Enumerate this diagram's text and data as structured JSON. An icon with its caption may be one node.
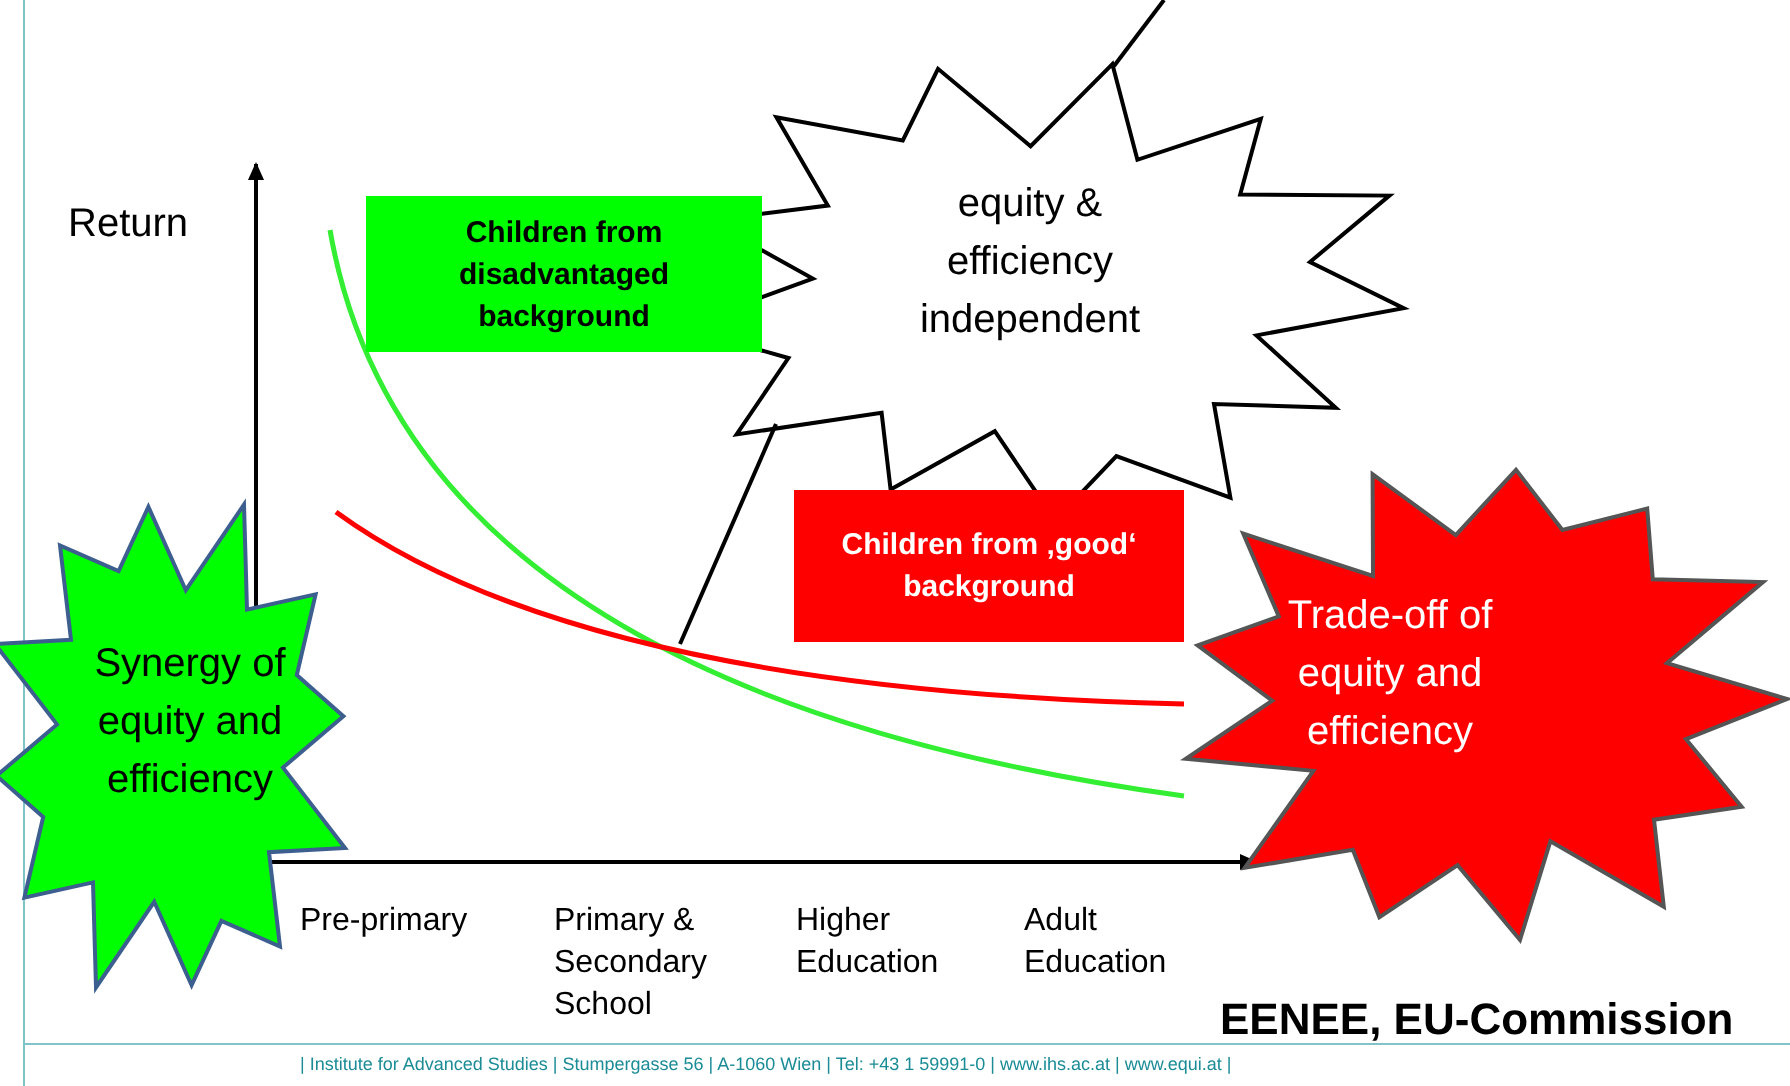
{
  "diagram": {
    "nodes": [
      {
        "text": [
          "Children from disadvantaged background"
        ]
      },
      {
        "text": [
          "equity & efficiency independent"
        ]
      },
      {
        "text": [
          "Children from ‚good‘ background"
        ]
      },
      {
        "text": [
          "Synergy of equity and efficiency"
        ]
      },
      {
        "text": [
          "Trade-off of equity and efficiency"
        ]
      }
    ],
    "edges": [
      {
        "from": 1,
        "to": null,
        "arrow": "none"
      },
      {
        "from": 1,
        "to": null,
        "arrow": "none"
      }
    ],
    "labels": [
      "Return",
      "Pre-primary",
      "Primary & Secondary School",
      "Higher Education",
      "Adult Education",
      "EENEE, EU-Commission",
      "| Institute for Advanced Studies | Stumpergasse 56 | A-1060 Wien | Tel: +43 1 59991-0 | www.ihs.ac.at | www.equi.at |"
    ]
  }
}
